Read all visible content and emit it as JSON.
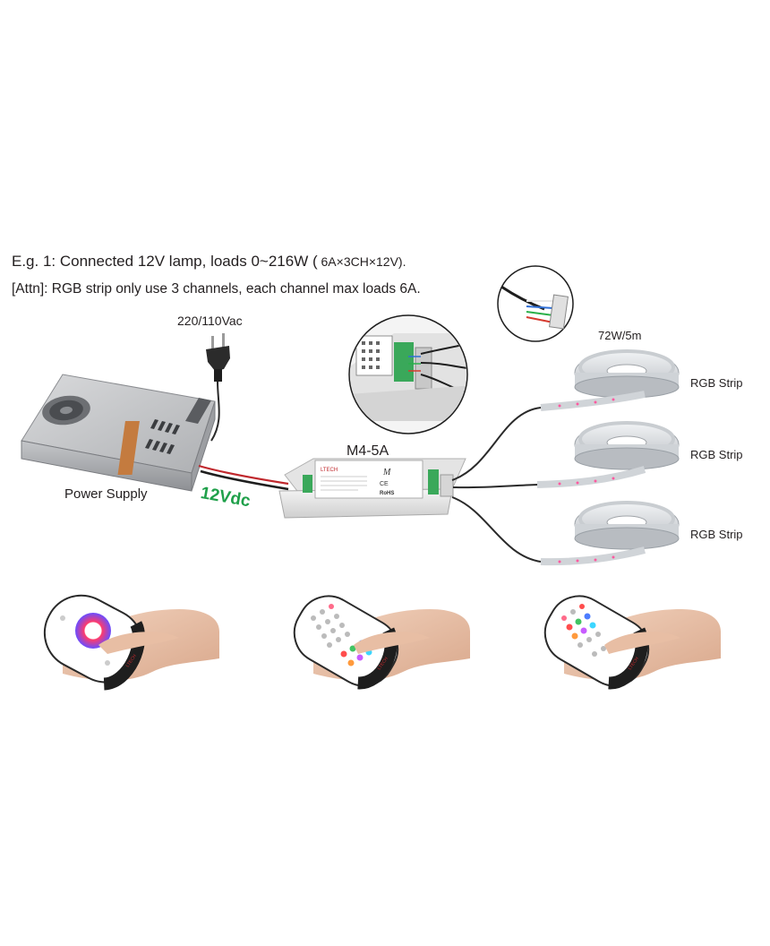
{
  "heading": {
    "line1_main": "E.g. 1: Connected 12V lamp, loads 0~216W (",
    "line1_formula": " 6A×3CH×12V).",
    "line2": "[Attn]: RGB strip only use 3 channels, each channel max loads 6A."
  },
  "labels": {
    "input_voltage": "220/110Vac",
    "power_supply": "Power Supply",
    "output_voltage": "12Vdc",
    "controller_model": "M4-5A",
    "strip_power": "72W/5m"
  },
  "controller_face": {
    "brand": "LTECH",
    "logo": "M",
    "ce": "CE",
    "rohs": "RoHS"
  },
  "strips": [
    {
      "label": "RGB Strip"
    },
    {
      "label": "RGB Strip"
    },
    {
      "label": "RGB Strip"
    }
  ],
  "remotes": [
    {
      "type": "touch-wheel",
      "brand": "LTECH"
    },
    {
      "type": "keypad",
      "brand": "LTECH"
    },
    {
      "type": "keypad",
      "brand": "LTECH"
    }
  ],
  "colors": {
    "output_voltage": "#1fa04a",
    "text": "#231f20",
    "wire": "#2a2a2a",
    "connector_green": "#3aa85a"
  }
}
